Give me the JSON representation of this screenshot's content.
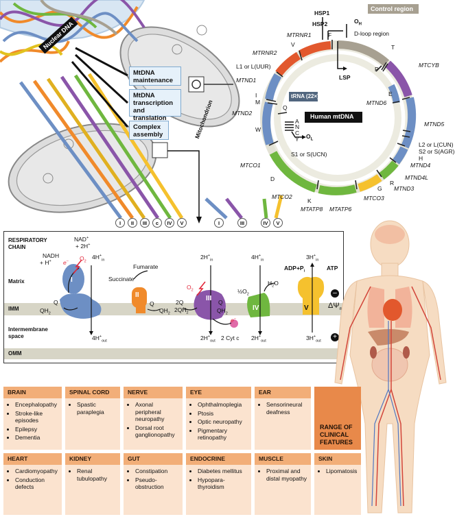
{
  "nuclear_dna": {
    "label": "Nuclear DNA"
  },
  "mitochondrion": {
    "label": "Mitochondrion"
  },
  "functions": [
    "MtDNA maintenance",
    "MtDNA transcription and translation",
    "Complex assembly"
  ],
  "mtdna": {
    "center_label": "Human mtDNA",
    "trna_badge": "tRNA (22×)",
    "control_region": "Control region",
    "dloop": "D-loop region",
    "hsp1": "HSP1",
    "hsp2": "HSP2",
    "lsp": "LSP",
    "oh": "O",
    "oh_sub": "H",
    "ol": "O",
    "ol_sub": "L",
    "genes": [
      "MTRNR1",
      "MTRNR2",
      "MTND1",
      "MTND2",
      "MTCO1",
      "MTCO2",
      "MTATP8",
      "MTATP6",
      "MTCO3",
      "MTND3",
      "MTND4L",
      "MTND4",
      "MTND5",
      "MTND6",
      "MTCYB"
    ],
    "trna_letters": [
      "F",
      "V",
      "I",
      "M",
      "Q",
      "W",
      "A",
      "N",
      "C",
      "Y",
      "S1 or S(UCN)",
      "D",
      "K",
      "G",
      "R",
      "H",
      "E",
      "T",
      "P"
    ],
    "l1": "L1 or L(UUR)",
    "l2": "L2 or L(CUN)",
    "s2": "S2 or S(AGR)"
  },
  "chain": {
    "title": "RESPIRATORY CHAIN",
    "sections": [
      "Matrix",
      "IMM",
      "Intermembrane space",
      "OMM"
    ],
    "complex_tags_left": [
      "I",
      "II",
      "III",
      "c",
      "IV",
      "V"
    ],
    "complex_tags_right": [
      "I",
      "III",
      "IV",
      "V"
    ],
    "complexes": [
      "I",
      "II",
      "III",
      "IV",
      "V"
    ],
    "labels": {
      "nadh": "NADH",
      "hplus": "+ H",
      "nadplus": "NAD",
      "twoh": "+ 2H",
      "fumarate": "Fumarate",
      "succinate": "Succinate",
      "q": "Q",
      "qh2": "QH",
      "twoq": "2Q",
      "twoqh2": "2QH",
      "h_in_4": "4H",
      "h_in_2": "2H",
      "h_in_4b": "4H",
      "h_in_3": "3H",
      "h_out_4": "4H",
      "h_out_2": "2H",
      "h_out_2b": "2H",
      "h_out_3": "3H",
      "half_o2": "½O",
      "h2o": "H",
      "cytc": "2 Cyt c",
      "adp": "ADP+P",
      "atp": "ATP",
      "delta_psi": "ΔΨ",
      "minus": "–",
      "plus": "+",
      "eminus": "e",
      "o2minus": "O"
    }
  },
  "clinical": {
    "range_label": "RANGE OF CLINICAL FEATURES",
    "row1": [
      {
        "name": "BRAIN",
        "items": [
          "Encephalopathy",
          "Stroke-like episodes",
          "Epilepsy",
          "Dementia"
        ]
      },
      {
        "name": "SPINAL CORD",
        "items": [
          "Spastic paraplegia"
        ]
      },
      {
        "name": "NERVE",
        "items": [
          "Axonal peripheral neuropathy",
          "Dorsal root ganglionopathy"
        ]
      },
      {
        "name": "EYE",
        "items": [
          "Ophthalmoplegia",
          "Ptosis",
          "Optic neuropathy",
          "Pigmentary retinopathy"
        ]
      },
      {
        "name": "EAR",
        "items": [
          "Sensorineural deafness"
        ]
      }
    ],
    "row2": [
      {
        "name": "HEART",
        "items": [
          "Cardiomyopathy",
          "Conduction defects"
        ]
      },
      {
        "name": "KIDNEY",
        "items": [
          "Renal tubulopathy"
        ]
      },
      {
        "name": "GUT",
        "items": [
          "Constipation",
          "Pseudo-obstruction"
        ]
      },
      {
        "name": "ENDOCRINE",
        "items": [
          "Diabetes mellitus",
          "Hypopara-thyroidism"
        ]
      },
      {
        "name": "MUSCLE",
        "items": [
          "Proximal and distal myopathy"
        ]
      },
      {
        "name": "SKIN",
        "items": [
          "Lipomatosis"
        ]
      }
    ]
  },
  "colors": {
    "purple": "#8a55a9",
    "blue": "#6d8fc4",
    "green": "#6fb73f",
    "yellow": "#f5c12e",
    "orange": "#ef8a2e",
    "red": "#e2582d",
    "gray": "#a7a091",
    "cell_header": "#f2ae78",
    "cell_body": "#fbe3cf"
  }
}
